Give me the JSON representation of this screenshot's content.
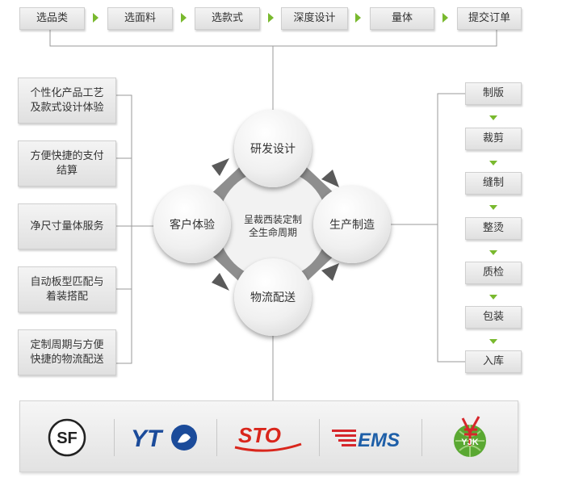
{
  "top_steps": [
    "选品类",
    "选面料",
    "选款式",
    "深度设计",
    "量体",
    "提交订单"
  ],
  "features": [
    "个性化产品工艺及款式设计体验",
    "方便快捷的支付结算",
    "净尺寸量体服务",
    "自动板型匹配与着装搭配",
    "定制周期与方便快捷的物流配送"
  ],
  "cycle": {
    "top": "研发设计",
    "right": "生产制造",
    "bottom": "物流配送",
    "left": "客户体验",
    "center_line1": "呈裁西装定制",
    "center_line2": "全生命周期"
  },
  "process_steps": [
    "制版",
    "裁剪",
    "缝制",
    "整烫",
    "质检",
    "包装",
    "入库"
  ],
  "logos": [
    {
      "name": "sf-express",
      "text": "SF"
    },
    {
      "name": "yto-express",
      "text": "YT"
    },
    {
      "name": "sto-express",
      "text": "STO"
    },
    {
      "name": "ems",
      "text": "EMS"
    },
    {
      "name": "yjk",
      "text": "YJK"
    }
  ],
  "colors": {
    "accent_green": "#79b92e",
    "ems_blue": "#1e5fa8",
    "ems_red": "#d6262b",
    "sto_red": "#d9261c",
    "yto_blue": "#1b4b9a"
  }
}
